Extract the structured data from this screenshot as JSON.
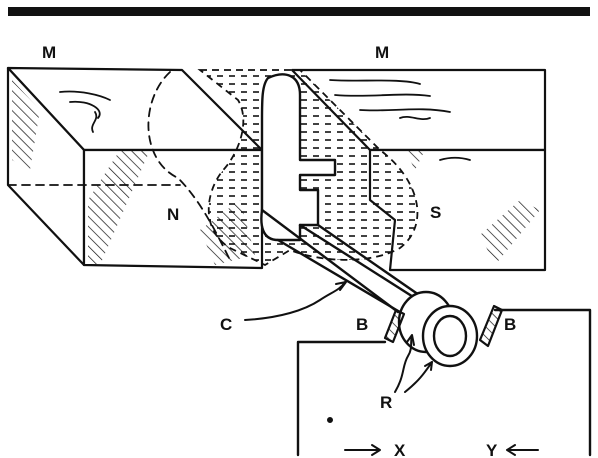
{
  "labels": {
    "magnet_left": "M",
    "magnet_right": "M",
    "pole_north": "N",
    "pole_south": "S",
    "coil": "C",
    "brush_left": "B",
    "brush_right": "B",
    "rings": "R",
    "terminal_x": "X",
    "terminal_y": "Y"
  },
  "colors": {
    "ink": "#111111",
    "paper": "#ffffff"
  }
}
